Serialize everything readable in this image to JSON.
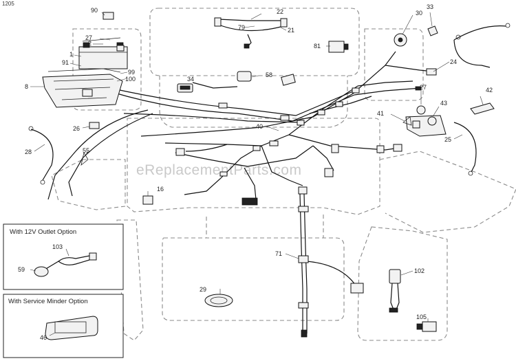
{
  "diagram_code": "1205",
  "watermark": "eReplacementParts.com",
  "option_boxes": [
    {
      "title": "With 12V Outlet Option"
    },
    {
      "title": "With Service Minder Option"
    }
  ],
  "callouts": {
    "c90": "90",
    "c22": "22",
    "c30": "30",
    "c33": "33",
    "c27a": "27",
    "c2": "2",
    "c79": "79",
    "c21": "21",
    "c1": "1",
    "c81": "81",
    "c91": "91",
    "c99": "99",
    "c100": "100",
    "c8": "8",
    "c24": "24",
    "c58": "58",
    "c34": "34",
    "c27b": "27",
    "c42": "42",
    "c43": "43",
    "c41": "41",
    "c26": "26",
    "c40": "40",
    "c25": "25",
    "c28": "28",
    "c55": "55",
    "c16": "16",
    "c103": "103",
    "c59": "59",
    "c71": "71",
    "c102": "102",
    "c29": "29",
    "c46": "46",
    "c105": "105"
  }
}
